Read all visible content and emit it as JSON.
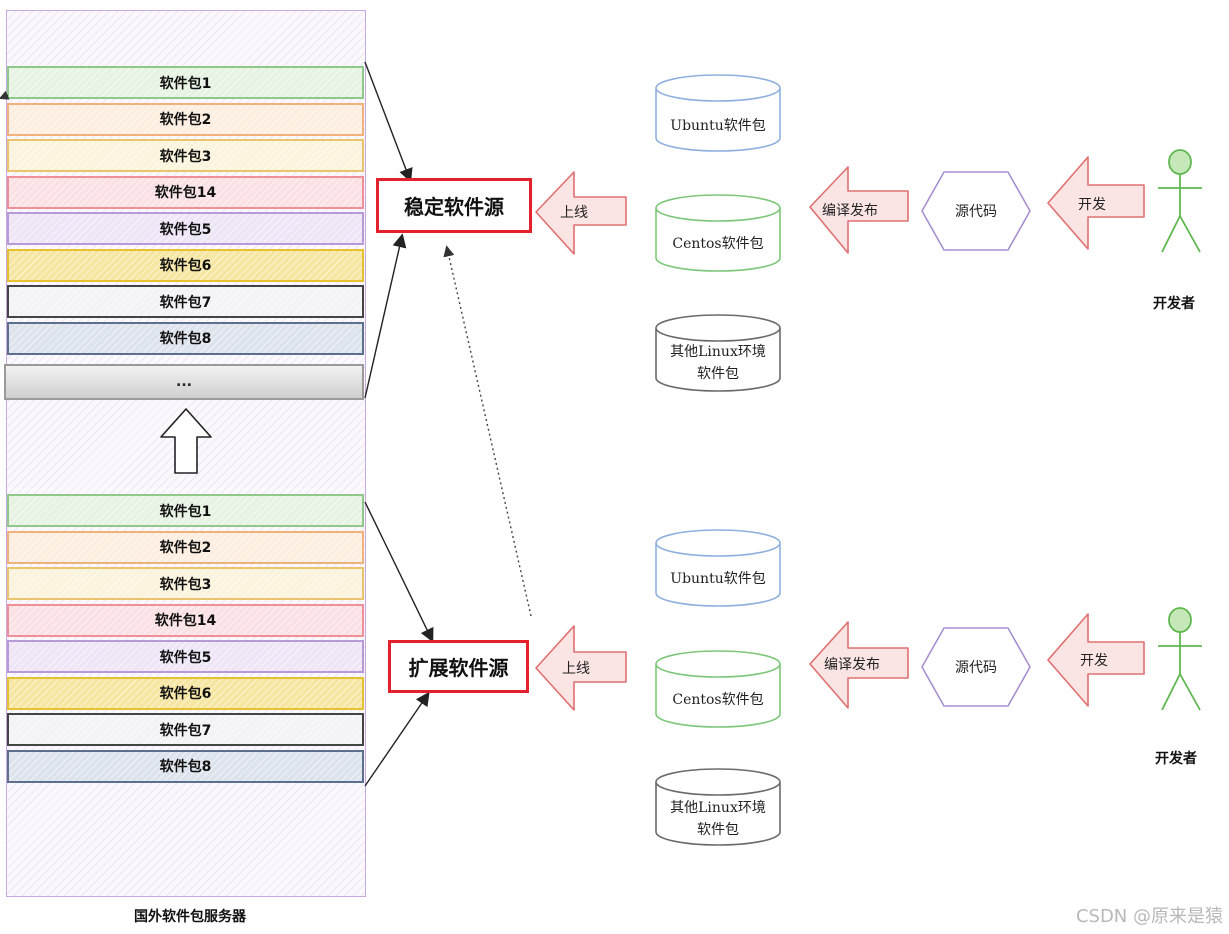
{
  "server": {
    "title": "国外软件包服务器",
    "top_packages": [
      {
        "label": "软件包1",
        "color": "#8fc98a",
        "fill": "#e6f3e3"
      },
      {
        "label": "软件包2",
        "color": "#f0b27a",
        "fill": "#fdeee0"
      },
      {
        "label": "软件包3",
        "color": "#e9c46a",
        "fill": "#fbf3db"
      },
      {
        "label": "软件包14",
        "color": "#ef8f98",
        "fill": "#fbe1e4"
      },
      {
        "label": "软件包5",
        "color": "#b79ad8",
        "fill": "#eee5f7"
      },
      {
        "label": "软件包6",
        "color": "#e6c132",
        "fill": "#f7e6a2"
      },
      {
        "label": "软件包7",
        "color": "#444444",
        "fill": "#f3f3f6"
      },
      {
        "label": "软件包8",
        "color": "#5c6f8c",
        "fill": "#dde3ec"
      }
    ],
    "more_label": "...",
    "bottom_packages": [
      {
        "label": "软件包1",
        "color": "#8fc98a",
        "fill": "#e6f3e3"
      },
      {
        "label": "软件包2",
        "color": "#f0b27a",
        "fill": "#fdeee0"
      },
      {
        "label": "软件包3",
        "color": "#e9c46a",
        "fill": "#fbf3db"
      },
      {
        "label": "软件包14",
        "color": "#ef8f98",
        "fill": "#fbe1e4"
      },
      {
        "label": "软件包5",
        "color": "#b79ad8",
        "fill": "#eee5f7"
      },
      {
        "label": "软件包6",
        "color": "#e6c132",
        "fill": "#f7e6a2"
      },
      {
        "label": "软件包7",
        "color": "#444444",
        "fill": "#f3f3f6"
      },
      {
        "label": "软件包8",
        "color": "#5c6f8c",
        "fill": "#dde3ec"
      }
    ]
  },
  "stable_source": "稳定软件源",
  "extended_source": "扩展软件源",
  "flow": {
    "publish": "上线",
    "compile": "编译发布",
    "source_code": "源代码",
    "develop": "开发",
    "developer": "开发者"
  },
  "cylinders": {
    "ubuntu": "Ubuntu软件包",
    "centos": "Centos软件包",
    "other_line1": "其他Linux环境",
    "other_line2": "软件包"
  },
  "colors": {
    "ubuntu": "#8fb0de",
    "centos": "#7ec67a",
    "other": "#6b6b6b",
    "arrow": "#e07070",
    "hex": "#a88fd0",
    "figure": "#5fb84f",
    "highlight": "#e3202b"
  },
  "watermark": "CSDN @原来是猿"
}
